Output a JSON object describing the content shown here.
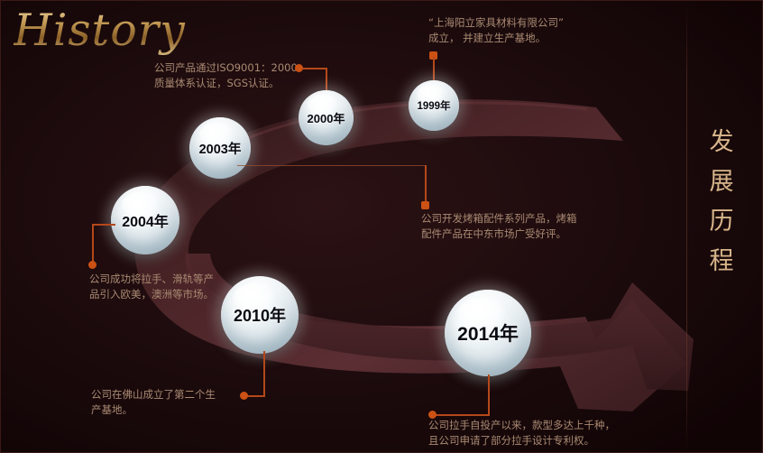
{
  "slide": {
    "title_en": "History",
    "vertical_title_chars": [
      "发",
      "展",
      "历",
      "程"
    ],
    "colors": {
      "background": "#1b0a0c",
      "accent_orange": "#cc5114",
      "text_body": "#a98a72",
      "title_gold": "#c39a54",
      "vertical_title": "#d8b58a",
      "swoosh": "#4a2326"
    }
  },
  "milestones": [
    {
      "id": "y1999",
      "year_label": "1999年",
      "text": "“上海阳立家具材料有限公司”\n成立，  并建立生产基地。"
    },
    {
      "id": "y2000",
      "year_label": "2000年",
      "text": "公司产品通过ISO9001：2000\n质量体系认证，SGS认证。"
    },
    {
      "id": "y2003",
      "year_label": "2003年",
      "text": "公司开发烤箱配件系列产品，烤箱\n配件产品在中东市场广受好评。"
    },
    {
      "id": "y2004",
      "year_label": "2004年",
      "text": "公司成功将拉手、滑轨等产\n品引入欧美，澳洲等市场。"
    },
    {
      "id": "y2010",
      "year_label": "2010年",
      "text": "公司在佛山成立了第二个生\n产基地。"
    },
    {
      "id": "y2014",
      "year_label": "2014年",
      "text": "公司拉手自投产以来，款型多达上千种，\n且公司申请了部分拉手设计专利权。"
    }
  ]
}
